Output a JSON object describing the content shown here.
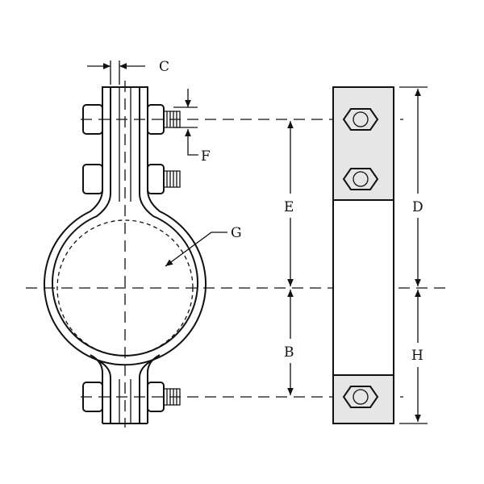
{
  "diagram": {
    "labels": {
      "C": "C",
      "F": "F",
      "E": "E",
      "G": "G",
      "D": "D",
      "B": "B",
      "H": "H"
    },
    "colors": {
      "line": "#111111",
      "fill": "#e6e6e6",
      "background": "#ffffff"
    }
  }
}
